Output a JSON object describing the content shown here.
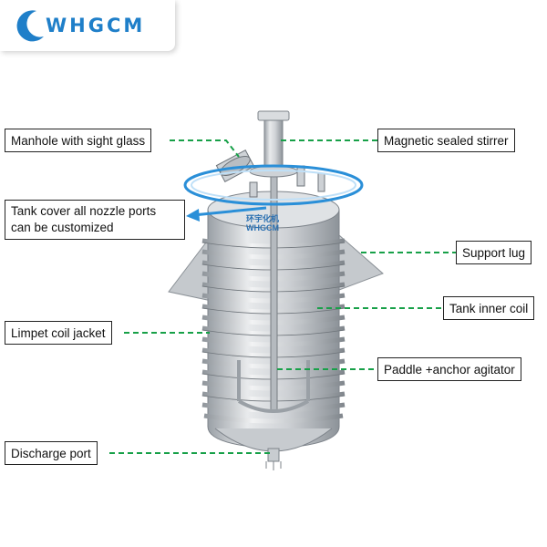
{
  "brand": {
    "name": "WHGCM",
    "color": "#1f7fc9"
  },
  "vessel_mark": {
    "line1": "环宇化机",
    "line2": "WHGCM"
  },
  "labels": {
    "manhole": "Manhole with sight glass",
    "stirrer": "Magnetic sealed stirrer",
    "tank_cover_line1": "Tank cover all nozzle ports",
    "tank_cover_line2": "can be customized",
    "support_lug": "Support lug",
    "inner_coil": "Tank inner coil",
    "limpet": "Limpet coil jacket",
    "agitator": "Paddle +anchor agitator",
    "discharge": "Discharge port"
  },
  "colors": {
    "leader": "#17a048",
    "ring": "#2a8fd8",
    "steel": "#c9ccd0"
  }
}
